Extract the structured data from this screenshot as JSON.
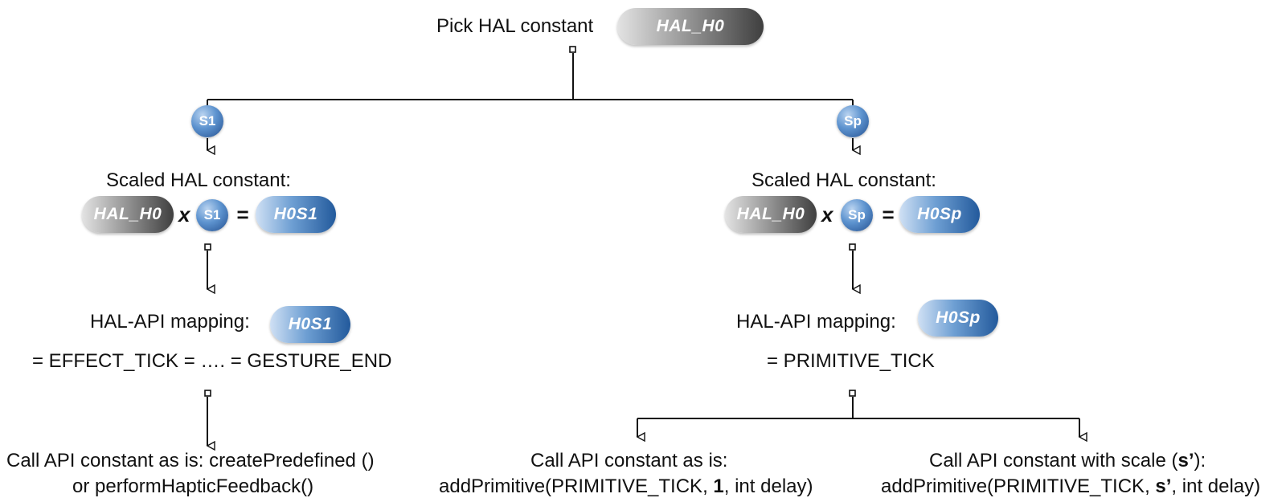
{
  "top": {
    "label": "Pick HAL constant",
    "pill": "HAL_H0"
  },
  "left": {
    "branch_badge": "S1",
    "scaled_title": "Scaled HAL constant:",
    "eq_pill_a": "HAL_H0",
    "eq_times": "x",
    "eq_badge": "S1",
    "eq_equals": "=",
    "eq_result": "H0S1",
    "mapping_label": "HAL-API mapping:",
    "mapping_pill": "H0S1",
    "mapping_value": "= EFFECT_TICK = …. = GESTURE_END",
    "call_line1": "Call API constant as is: createPredefined ()",
    "call_line2": "or performHapticFeedback()"
  },
  "right": {
    "branch_badge": "Sp",
    "scaled_title": "Scaled HAL constant:",
    "eq_pill_a": "HAL_H0",
    "eq_times": "x",
    "eq_badge": "Sp",
    "eq_equals": "=",
    "eq_result": "H0Sp",
    "mapping_label": "HAL-API mapping:",
    "mapping_pill": "H0Sp",
    "mapping_value": "= PRIMITIVE_TICK",
    "call_a_line1": "Call API constant as is:",
    "call_a_line2_pre": "addPrimitive(PRIMITIVE_TICK, ",
    "call_a_line2_bold": "1",
    "call_a_line2_post": ", int delay)",
    "call_b_line1_pre": "Call API constant with scale (",
    "call_b_line1_bold": "s’",
    "call_b_line1_post": "):",
    "call_b_line2_pre": "addPrimitive(PRIMITIVE_TICK, ",
    "call_b_line2_bold": "s’",
    "call_b_line2_post": ", int delay)"
  },
  "colors": {
    "gray_pill": "#5a5a5a",
    "blue_pill": "#2f65a8",
    "line": "#111111"
  }
}
